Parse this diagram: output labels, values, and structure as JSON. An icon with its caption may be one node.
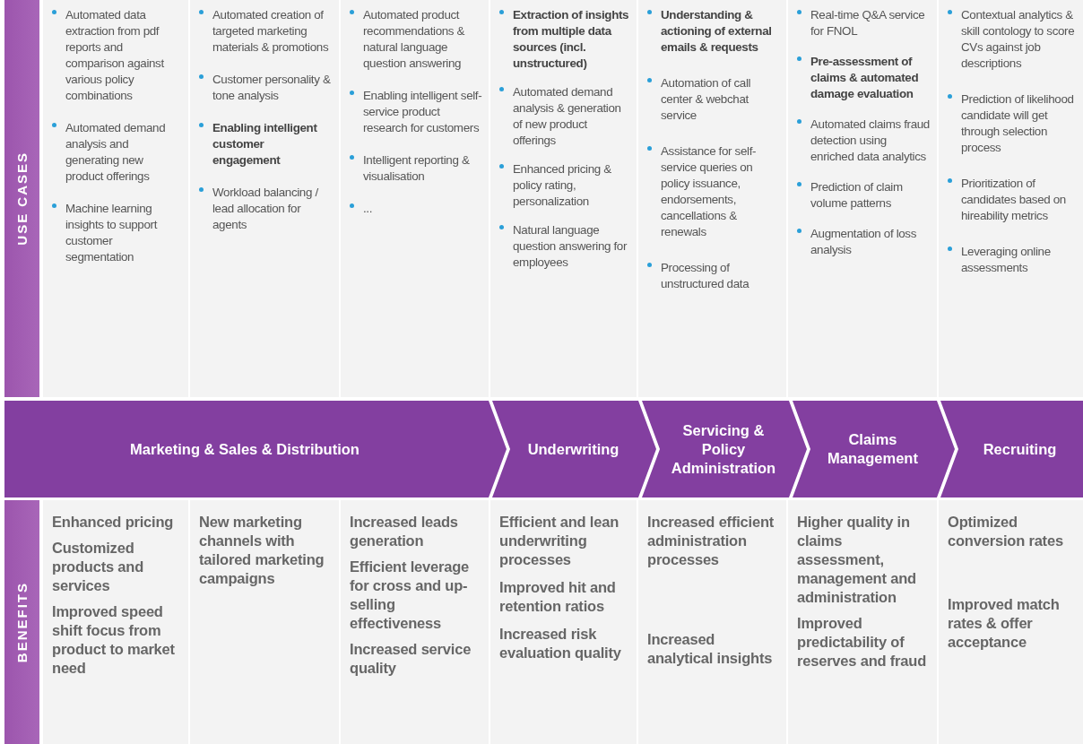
{
  "diagram": {
    "nodes": [
      {
        "text": [
          "USE CASES"
        ]
      },
      {
        "text": [
          "Automated data extraction from pdf reports and comparison against various policy combinations",
          "Automated demand analysis and generating new product offerings",
          "Machine learning insights to support customer segmentation"
        ]
      },
      {
        "text": [
          "Automated creation of targeted marketing materials & promotions",
          "Customer personality & tone analysis",
          "Enabling intelligent customer engagement",
          "Workload balancing / lead allocation for agents"
        ]
      },
      {
        "text": [
          "Automated product recommendations & natural language question answering",
          "Enabling intelligent self-service product research for customers",
          "Intelligent reporting & visualisation",
          "..."
        ]
      },
      {
        "text": [
          "Extraction of insights from multiple data sources (incl. unstructured)",
          "Automated demand analysis & generation of new product offerings",
          "Enhanced pricing & policy rating, personalization",
          "Natural language question answering for employees"
        ]
      },
      {
        "text": [
          "Understanding & actioning of external emails & requests",
          "Automation of call center & webchat service",
          "Assistance for self-service queries on policy issuance, endorsements, cancellations & renewals",
          "Processing of unstructured data"
        ]
      },
      {
        "text": [
          "Real-time Q&A service for FNOL",
          "Pre-assessment of claims & automated damage evaluation",
          "Automated claims fraud detection using enriched data analytics",
          "Prediction of claim volume patterns",
          "Augmentation of loss analysis"
        ]
      },
      {
        "text": [
          "Contextual analytics & skill contology to score CVs against job descriptions",
          "Prediction of likelihood candidate will get through selection process",
          "Prioritization of candidates based on hireability metrics",
          "Leveraging online assessments"
        ]
      },
      {
        "text": [
          "Marketing & Sales & Distribution"
        ]
      },
      {
        "text": [
          "Underwriting"
        ]
      },
      {
        "text": [
          "Servicing & Policy Administration"
        ]
      },
      {
        "text": [
          "Claims Management"
        ]
      },
      {
        "text": [
          "Recruiting"
        ]
      },
      {
        "text": [
          "BENEFITS"
        ]
      },
      {
        "text": [
          "Enhanced pricing",
          "Customized products and services",
          "Improved speed shift focus from product to market need"
        ]
      },
      {
        "text": [
          "New marketing channels with tailored marketing campaigns"
        ]
      },
      {
        "text": [
          "Increased leads generation",
          "Efficient leverage for cross and up-selling effectiveness",
          "Increased service quality"
        ]
      },
      {
        "text": [
          "Efficient and lean underwriting processes",
          "Improved hit and retention ratios",
          "Increased risk evaluation quality"
        ]
      },
      {
        "text": [
          "Increased efficient administration processes",
          "Increased analytical insights"
        ]
      },
      {
        "text": [
          "Higher quality in claims assessment, management and administration",
          "Improved predictability of reserves and fraud"
        ]
      },
      {
        "text": [
          "Optimized conversion rates",
          "Improved match rates & offer acceptance"
        ]
      }
    ]
  }
}
